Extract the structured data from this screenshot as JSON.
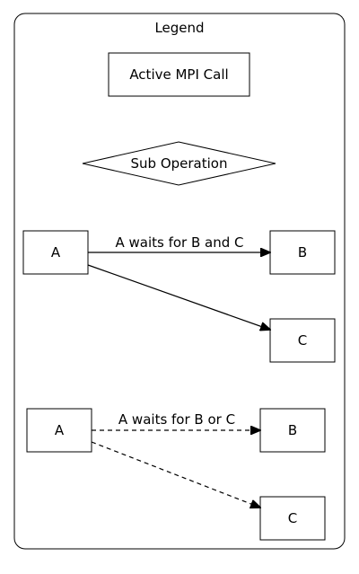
{
  "legend": {
    "title": "Legend",
    "active_call_label": "Active MPI Call",
    "sub_operation_label": "Sub Operation",
    "and_example": {
      "source": "A",
      "target_b": "B",
      "target_c": "C",
      "edge_label": "A waits for B and C"
    },
    "or_example": {
      "source": "A",
      "target_b": "B",
      "target_c": "C",
      "edge_label": "A waits for B or C"
    }
  }
}
